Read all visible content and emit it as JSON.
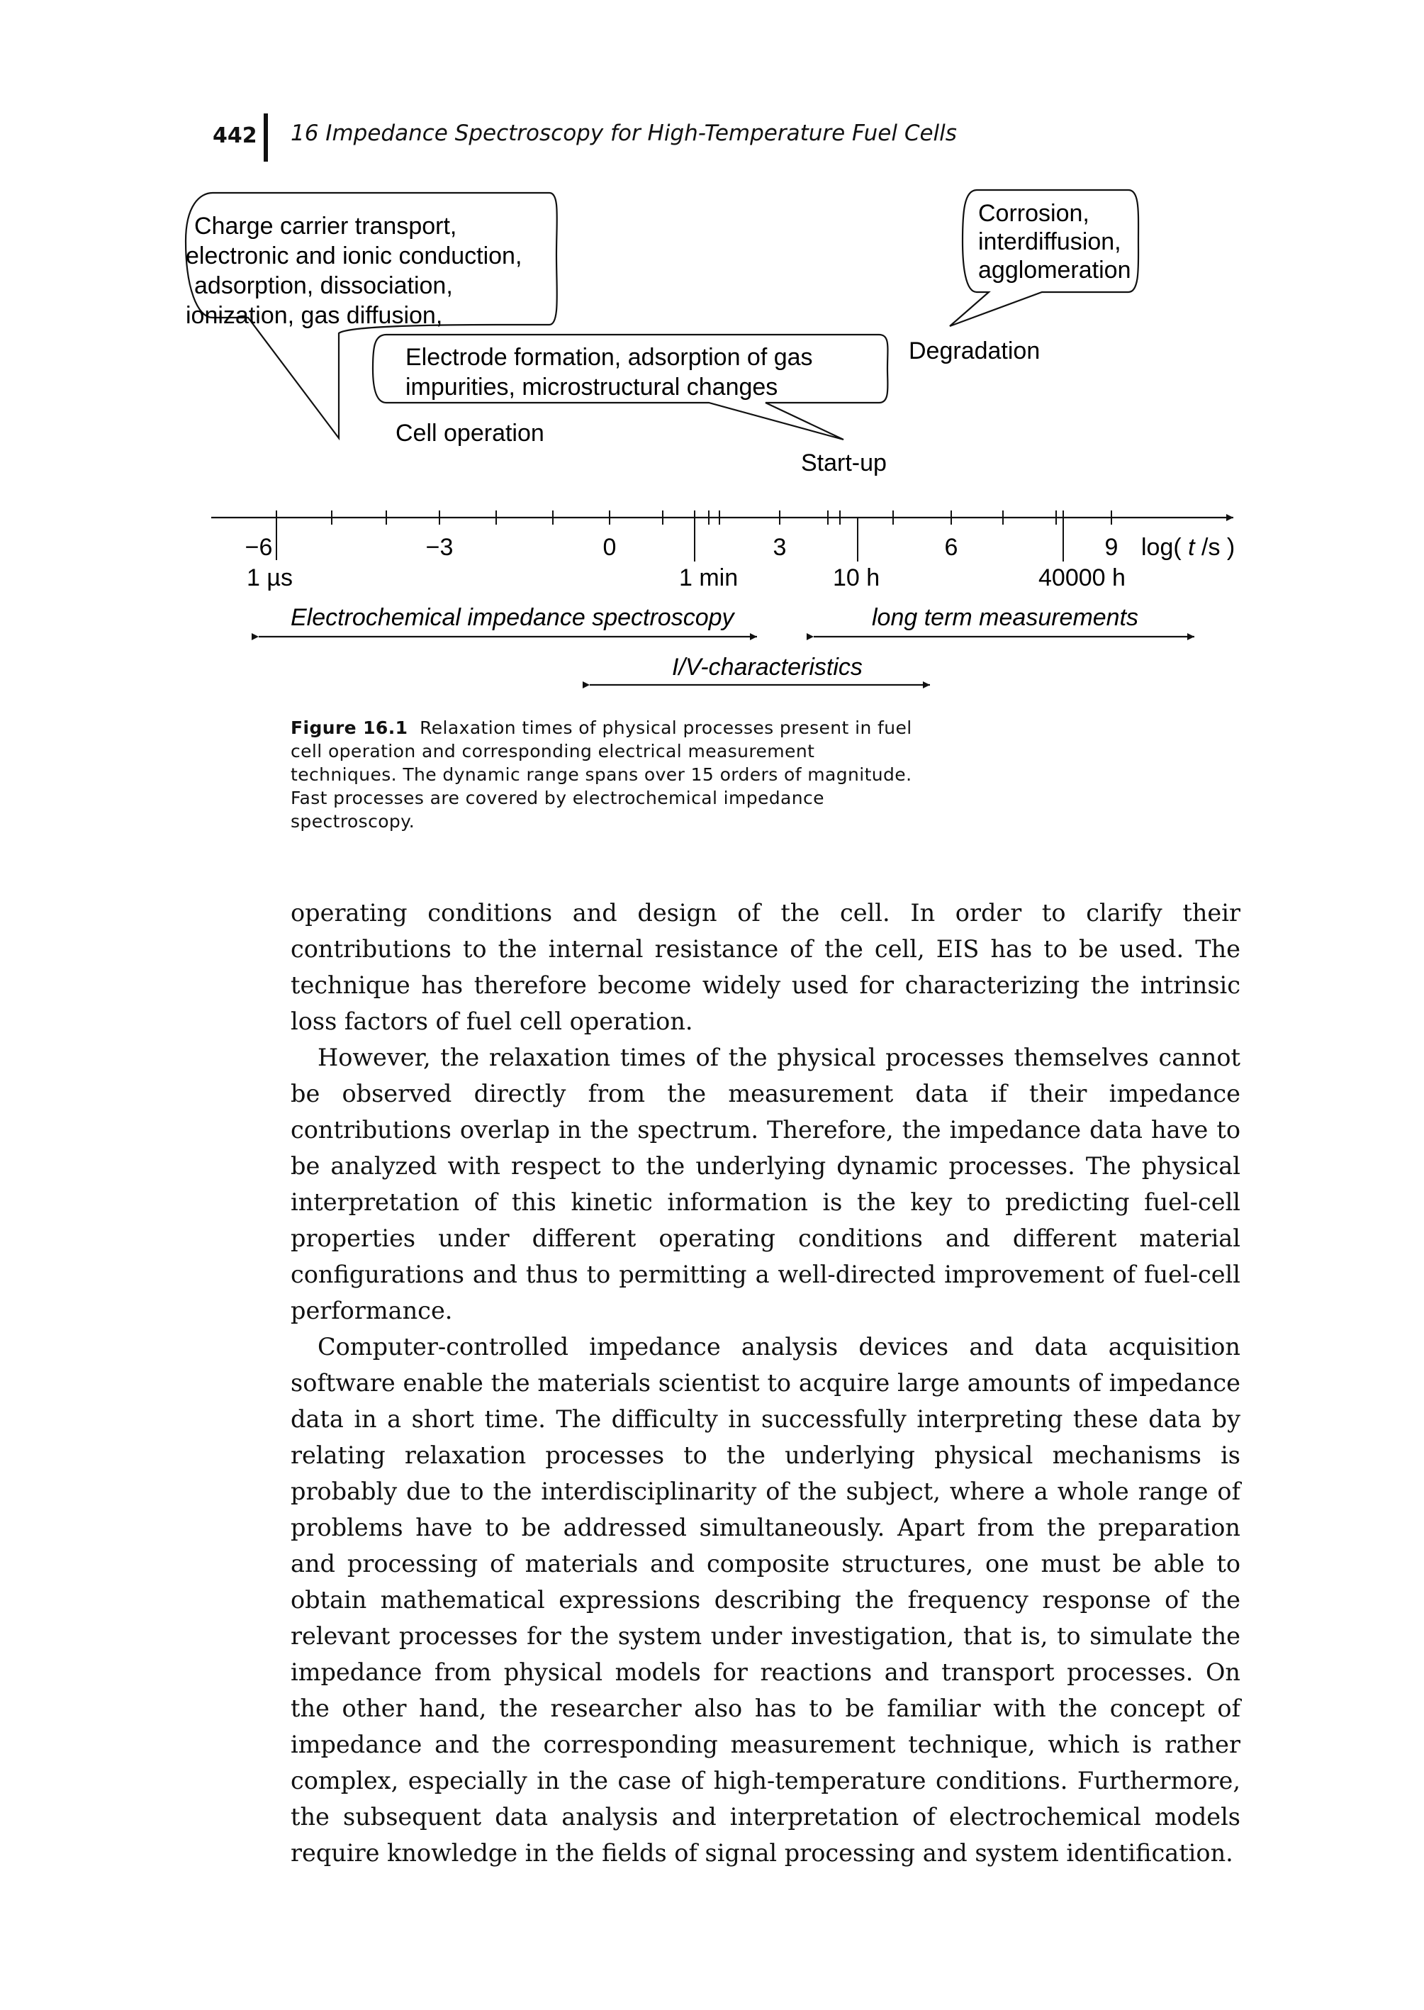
{
  "header": {
    "page_number": "442",
    "chapter_title": "16  Impedance Spectroscopy for High-Temperature Fuel Cells"
  },
  "figure": {
    "bubbles": {
      "charge_transport": [
        "Charge carrier transport,",
        "electronic and ionic conduction,",
        "adsorption, dissociation,",
        "ionization, gas diffusion,"
      ],
      "electrode_formation": [
        "Electrode formation, adsorption of gas",
        "impurities, microstructural changes"
      ],
      "corrosion": [
        "Corrosion,",
        "interdiffusion,",
        "agglomeration"
      ]
    },
    "labels": {
      "cell_operation": "Cell operation",
      "start_up": "Start-up",
      "degradation": "Degradation"
    },
    "axis": {
      "tick_labels": [
        "−6",
        "−3",
        "0",
        "3",
        "6",
        "9"
      ],
      "axis_label_prefix": "log( ",
      "axis_label_var": "t",
      "axis_label_suffix": " /s )",
      "time_marks": [
        "1 µs",
        "1 min",
        "10 h",
        "40000 h"
      ]
    },
    "ranges": {
      "eis": "Electrochemical impedance spectroscopy",
      "long_term": "long term measurements",
      "iv": "I/V-characteristics"
    }
  },
  "caption": {
    "label": "Figure 16.1",
    "text": "Relaxation times of physical processes present in fuel cell operation and corresponding electrical measurement techniques. The dynamic range spans over 15 orders of magnitude. Fast processes are covered by electrochemical impedance spectroscopy."
  },
  "body_paragraphs": [
    "operating conditions and design of the cell. In order to clarify their contributions to the internal resistance of the cell, EIS has to be used. The technique has therefore become widely used for characterizing the intrinsic loss factors of fuel cell operation.",
    "However, the relaxation times of the physical processes themselves cannot be observed directly from the measurement data if their impedance contributions overlap in the spectrum. Therefore, the impedance data have to be analyzed with respect to the underlying dynamic processes. The physical interpretation of this kinetic information is the key to predicting fuel-cell properties under different operating conditions and different material configurations and thus to permitting a well-directed improvement of fuel-cell performance.",
    "Computer-controlled impedance analysis devices and data acquisition software enable the materials scientist to acquire large amounts of impedance data in a short time. The difficulty in successfully interpreting these data by relating relaxation processes to the underlying physical mechanisms is probably due to the interdisciplinarity of the subject, where a whole range of problems have to be addressed simultaneously. Apart from the preparation and processing of materials and composite structures, one must be able to obtain mathematical expressions describing the frequency response of the relevant processes for the system under investigation, that is, to simulate the impedance from physical models for reactions and transport processes. On the other hand, the researcher also has to be familiar with the concept of impedance and the corresponding measurement technique, which is rather complex, especially in the case of high-temperature conditions. Furthermore, the subsequent data analysis and interpretation of electrochemical models require knowledge in the fields of signal processing and system identification."
  ]
}
